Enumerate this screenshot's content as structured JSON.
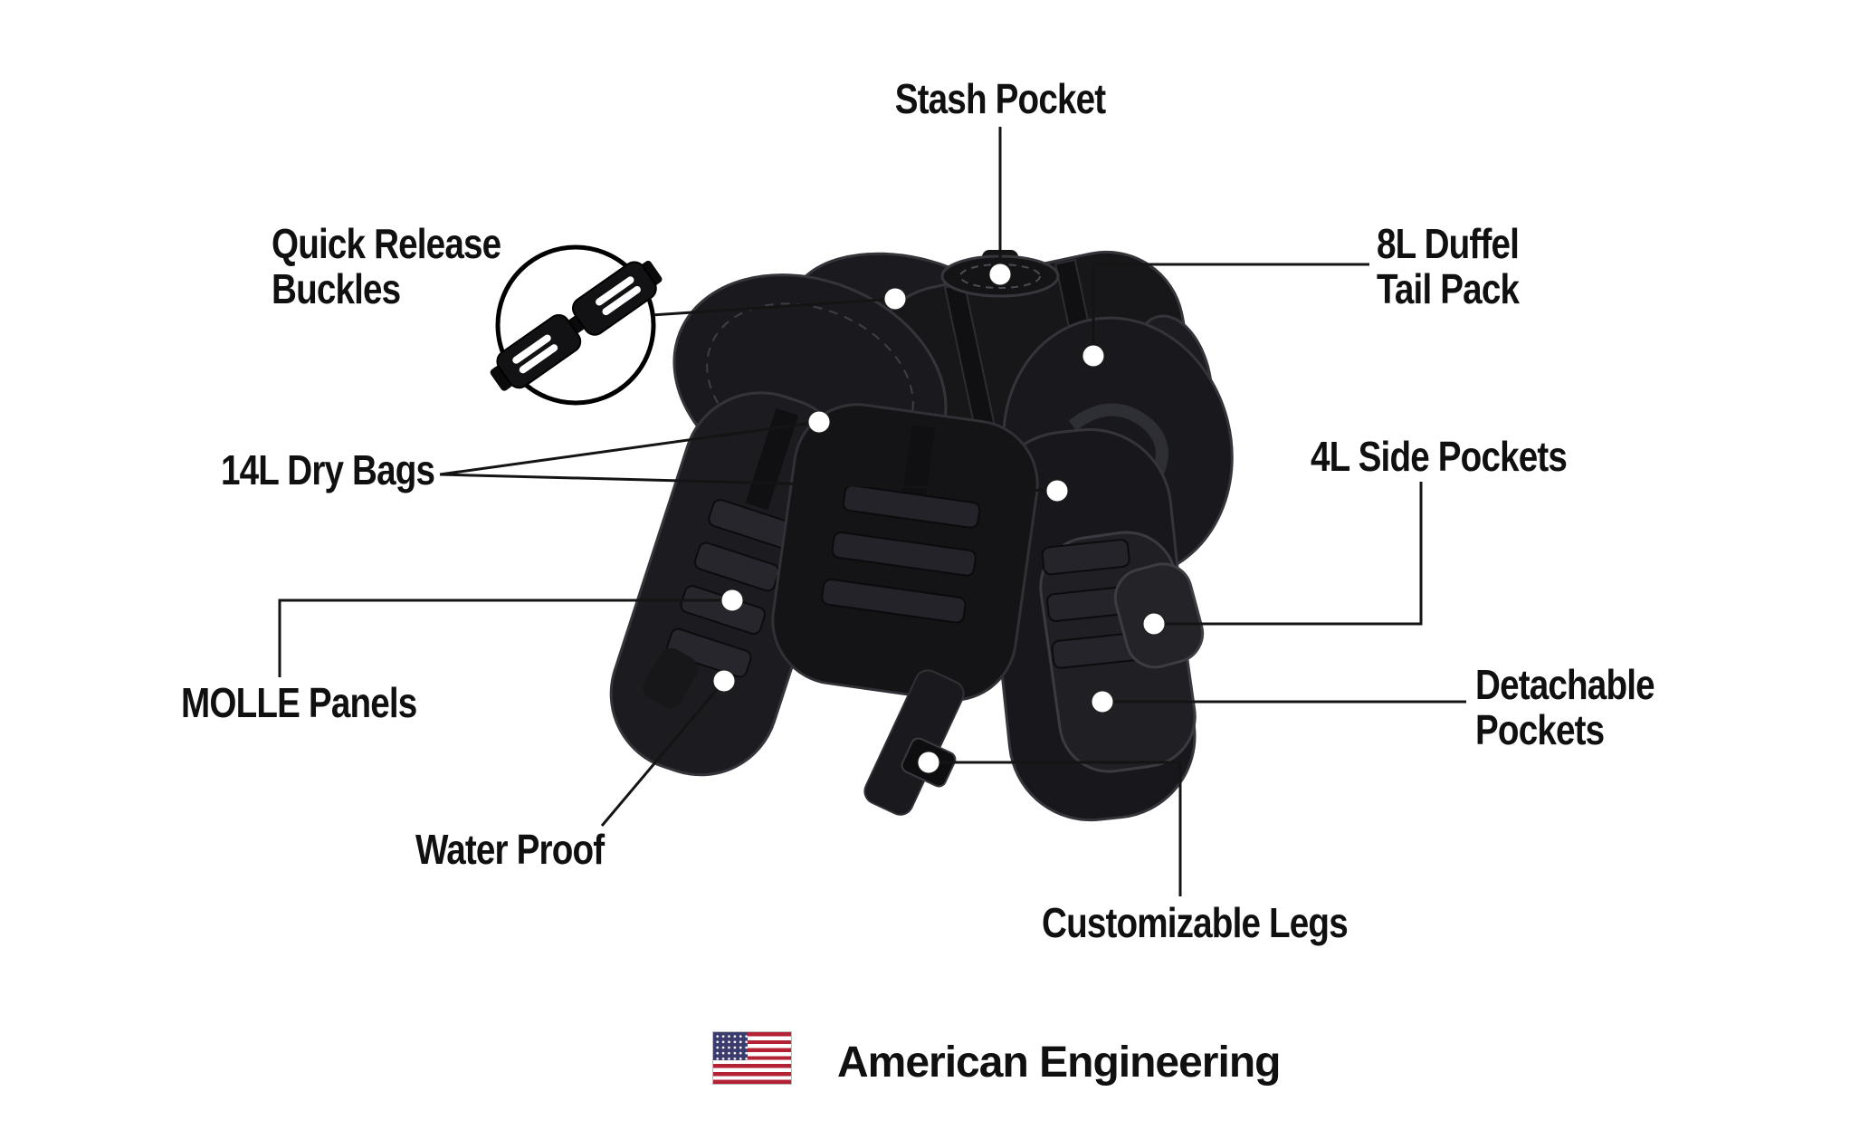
{
  "callouts": {
    "stash_pocket": {
      "label": "Stash Pocket"
    },
    "quick_release_buckles": {
      "line1": "Quick Release",
      "line2": "Buckles"
    },
    "duffel_tail_pack": {
      "line1": "8L Duffel",
      "line2": "Tail Pack"
    },
    "dry_bags": {
      "label": "14L Dry Bags"
    },
    "molle_panels": {
      "label": "MOLLE Panels"
    },
    "side_pockets": {
      "label": "4L Side Pockets"
    },
    "detachable_pockets": {
      "line1": "Detachable",
      "line2": "Pockets"
    },
    "water_proof": {
      "label": "Water Proof"
    },
    "customizable_legs": {
      "label": "Customizable Legs"
    }
  },
  "footer": {
    "label": "American Engineering"
  },
  "icons": {
    "flag": "us-flag-icon",
    "buckles_inset": "quick-release-buckles-icon"
  },
  "colors": {
    "background": "#ffffff",
    "text": "#101010",
    "callout_line": "#141414",
    "callout_dot": "#ffffff",
    "bag_dark": "#17171b",
    "bag_outline": "#36363c",
    "flag_red": "#B22234",
    "flag_blue": "#3C3B6E"
  }
}
